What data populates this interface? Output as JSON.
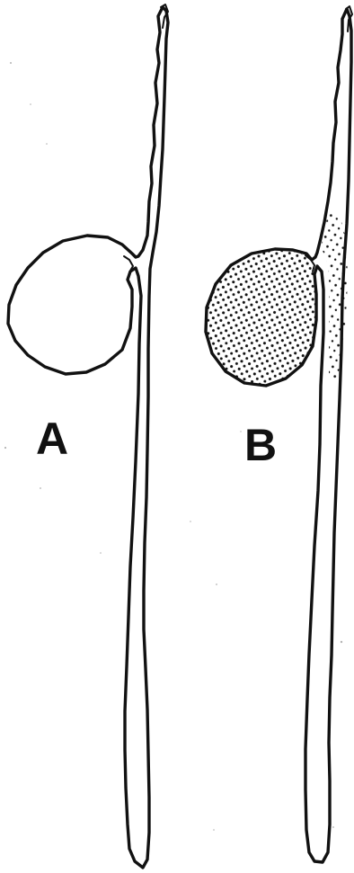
{
  "figure": {
    "panels": [
      {
        "label": "A",
        "state": "empty"
      },
      {
        "label": "B",
        "state": "stippled"
      }
    ],
    "colors": {
      "line": "#111111",
      "background": "#ffffff",
      "stipple": "#111111"
    }
  }
}
